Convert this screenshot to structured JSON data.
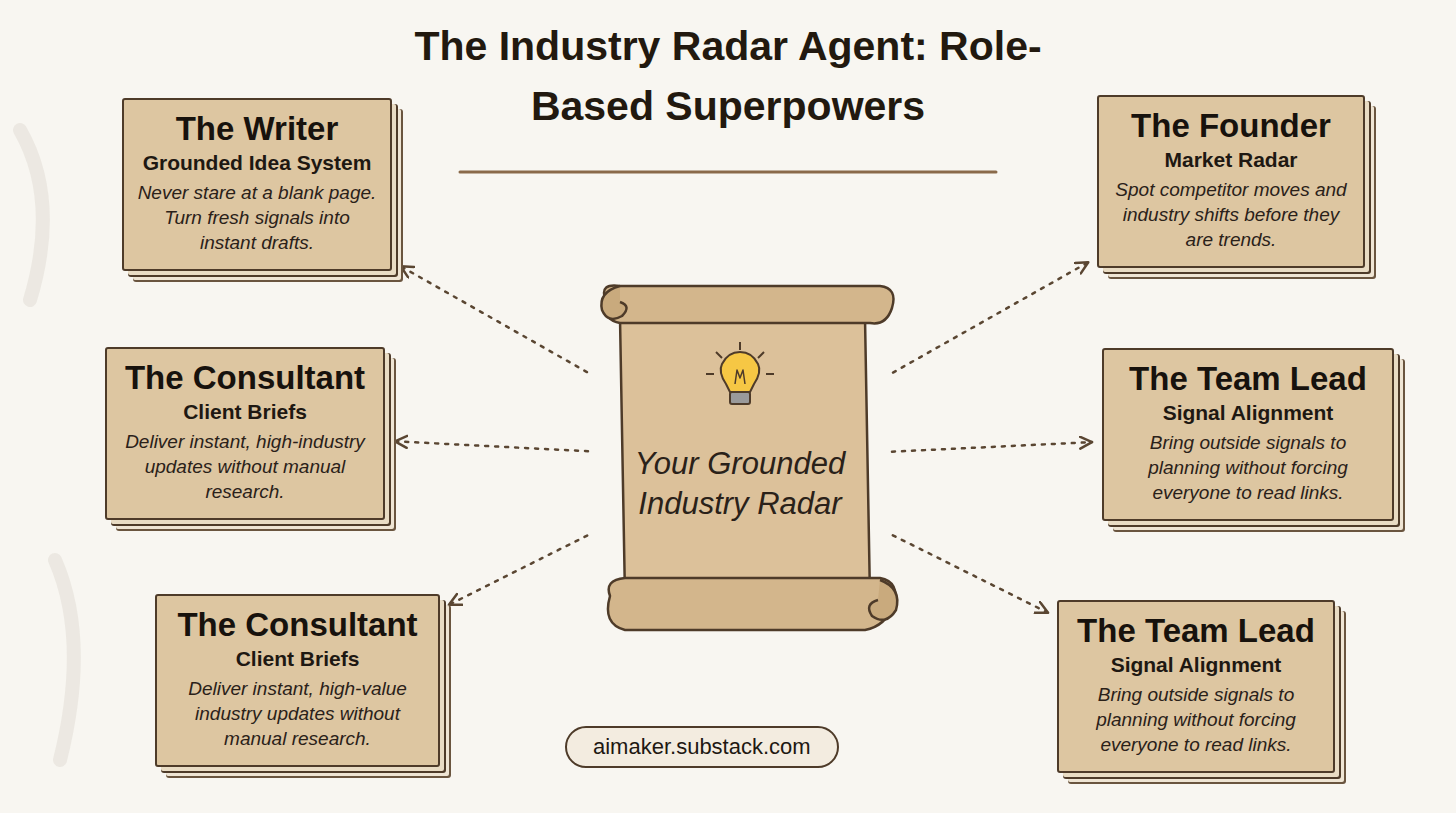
{
  "diagram": {
    "title": "The Industry Radar Agent: Role-Based Superpowers",
    "nodes": [
      {
        "text": [
          "The Writer",
          "Grounded Idea System",
          "Never stare at a blank page. Turn fresh signals into instant drafts."
        ]
      },
      {
        "text": [
          "The Founder",
          "Market Radar",
          "Spot competitor moves and industry shifts before they are trends."
        ]
      },
      {
        "text": [
          "Your Grounded Industry Radar"
        ]
      },
      {
        "text": [
          "The Consultant",
          "Client Briefs",
          "Deliver instant, high-industry updates without manual research."
        ]
      },
      {
        "text": [
          "The Team Lead",
          "Signal Alignment",
          "Bring outside signals to planning without forcing everyone to read links."
        ]
      },
      {
        "text": [
          "The Consultant",
          "Client Briefs",
          "Deliver instant, high-value industry updates without manual research."
        ]
      },
      {
        "text": [
          "The Team Lead",
          "Signal Alignment",
          "Bring outside signals to planning without forcing everyone to read links."
        ]
      },
      {
        "text": [
          "aimaker.substack.com"
        ]
      }
    ],
    "edges": [
      {
        "from": 2,
        "to": 0,
        "arrow": "to"
      },
      {
        "from": 2,
        "to": 1,
        "arrow": "to"
      },
      {
        "from": 2,
        "to": 3,
        "arrow": "to"
      },
      {
        "from": 2,
        "to": 4,
        "arrow": "to"
      },
      {
        "from": 2,
        "to": 5,
        "arrow": "to"
      },
      {
        "from": 2,
        "to": 6,
        "arrow": "to"
      }
    ]
  }
}
